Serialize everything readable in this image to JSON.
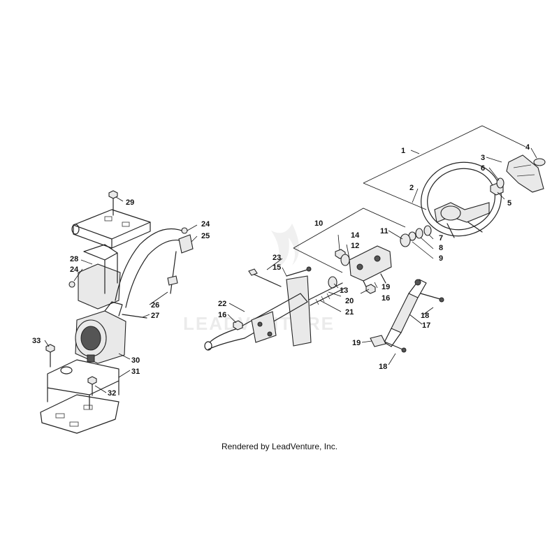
{
  "watermark": "LEADVENTURE",
  "caption": "Rendered by LeadVenture, Inc.",
  "callouts": {
    "c1": "1",
    "c2": "2",
    "c3": "3",
    "c4": "4",
    "c5": "5",
    "c6": "6",
    "c7": "7",
    "c8": "8",
    "c9": "9",
    "c10": "10",
    "c11": "11",
    "c12": "12",
    "c13": "13",
    "c14": "14",
    "c15": "15",
    "c16a": "16",
    "c16b": "16",
    "c17": "17",
    "c18a": "18",
    "c18b": "18",
    "c19a": "19",
    "c19b": "19",
    "c20": "20",
    "c21": "21",
    "c22": "22",
    "c23": "23",
    "c24a": "24",
    "c24b": "24",
    "c25": "25",
    "c26": "26",
    "c27": "27",
    "c28": "28",
    "c29": "29",
    "c30": "30",
    "c31": "31",
    "c32": "32",
    "c33": "33"
  }
}
